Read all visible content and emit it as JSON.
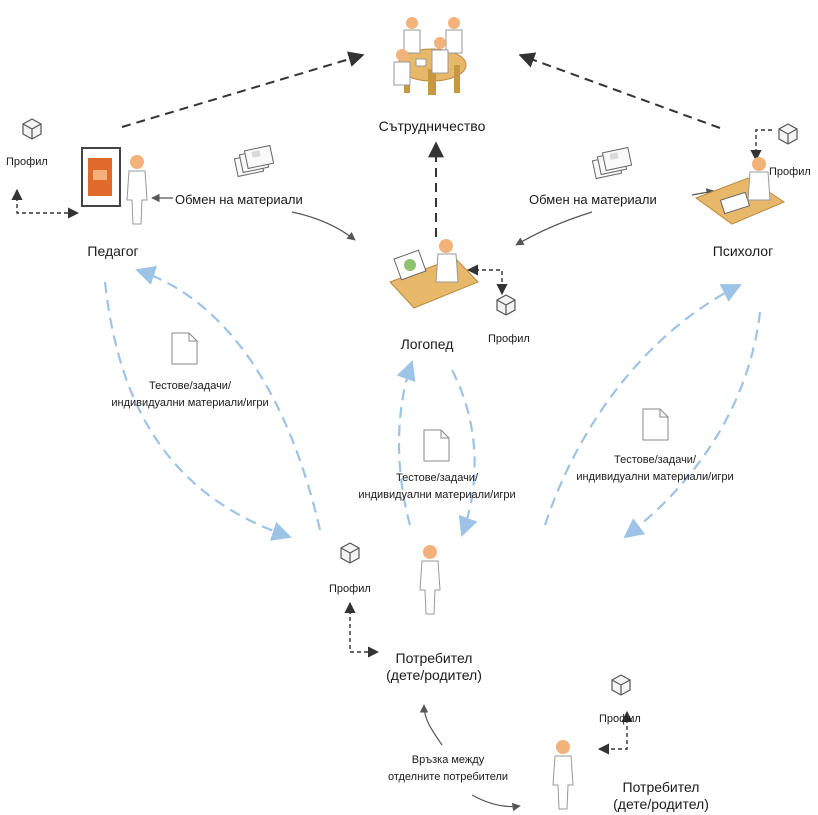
{
  "nodes": {
    "collaboration": {
      "label": "Сътрудничество",
      "icon": "meeting-table-icon"
    },
    "teacher": {
      "label": "Педагог",
      "icon": "teacher-at-board-icon"
    },
    "speech_therapist": {
      "label": "Логопед",
      "icon": "person-at-desk-icon"
    },
    "psychologist": {
      "label": "Психолог",
      "icon": "person-at-desk-icon"
    },
    "user_main": {
      "label_line1": "Потребител",
      "label_line2": "(дете/родител)",
      "icon": "person-icon"
    },
    "user_second": {
      "label_line1": "Потребител",
      "label_line2": "(дете/родител)",
      "icon": "person-icon"
    }
  },
  "profile_label": "Профил",
  "exchange_label": "Обмен на материали",
  "materials_label_line1": "Тестове/задачи/",
  "materials_label_line2": "индивидуални материали/игри",
  "link_label_line1": "Връзка между",
  "link_label_line2": "отделните потребители",
  "colors": {
    "black_arrow": "#333333",
    "blue_arrow": "#9dc3e6",
    "gray_arrow": "#555555",
    "skin": "#f2b27a",
    "desk": "#e8b86a"
  }
}
